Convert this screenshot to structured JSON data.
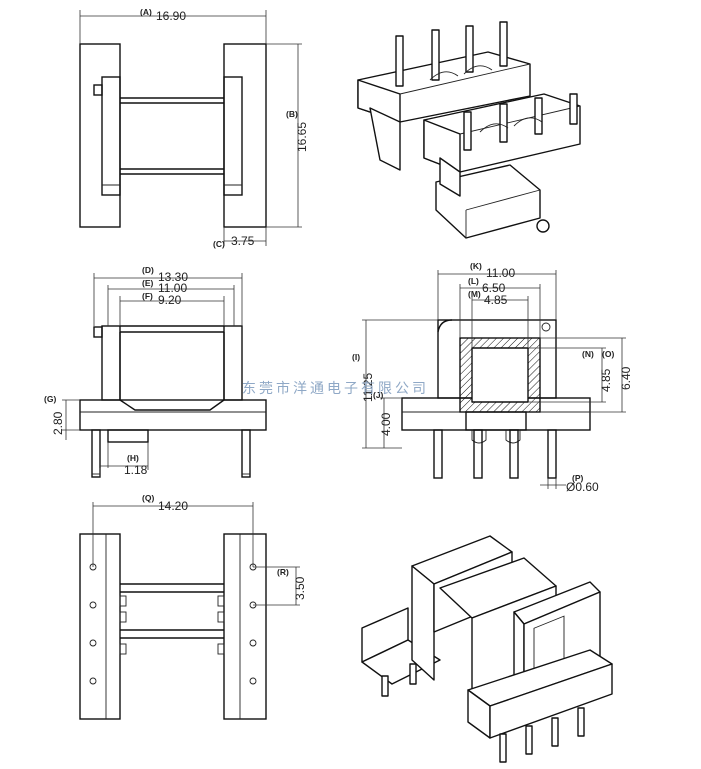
{
  "dimensions": {
    "A": {
      "label": "(A)",
      "value": "16.90"
    },
    "B": {
      "label": "(B)",
      "value": "16.65"
    },
    "C": {
      "label": "(C)",
      "value": "3.75"
    },
    "D": {
      "label": "(D)",
      "value": "13.30"
    },
    "E": {
      "label": "(E)",
      "value": "11.00"
    },
    "F": {
      "label": "(F)",
      "value": "9.20"
    },
    "G": {
      "label": "(G)",
      "value": "2.80"
    },
    "H": {
      "label": "(H)",
      "value": "1.18"
    },
    "I": {
      "label": "(I)",
      "value": "11.25"
    },
    "J": {
      "label": "(J)",
      "value": "4.00"
    },
    "K": {
      "label": "(K)",
      "value": "11.00"
    },
    "L": {
      "label": "(L)",
      "value": "6.50"
    },
    "M": {
      "label": "(M)",
      "value": "4.85"
    },
    "N": {
      "label": "(N)",
      "value": "4.85"
    },
    "O": {
      "label": "(O)",
      "value": "6.40"
    },
    "P": {
      "label": "(P)",
      "value": "Ø0.60"
    },
    "Q": {
      "label": "(Q)",
      "value": "14.20"
    },
    "R": {
      "label": "(R)",
      "value": "3.50"
    }
  },
  "watermark": "东莞市洋通电子有限公司"
}
